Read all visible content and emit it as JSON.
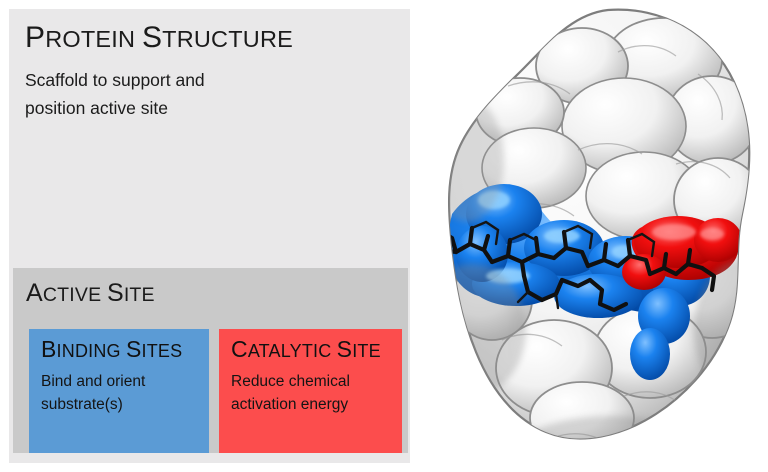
{
  "figure": {
    "background_color": "#ffffff"
  },
  "panels": {
    "protein_structure": {
      "title_parts": {
        "cap1": "P",
        "rest1": "ROTEIN",
        "space": " ",
        "cap2": "S",
        "rest2": "TRUCTURE"
      },
      "title_plain": "PROTEIN STRUCTURE",
      "body_line1": "Scaffold to support and",
      "body_line2": "position active site",
      "background_color": "#e9e8e9"
    },
    "active_site": {
      "title_parts": {
        "cap1": "A",
        "rest1": "CTIVE",
        "space": " ",
        "cap2": "S",
        "rest2": "ITE"
      },
      "title_plain": "ACTIVE SITE",
      "background_color": "#c9c9c9",
      "binding_sites": {
        "title_parts": {
          "cap1": "B",
          "rest1": "INDING",
          "space": " ",
          "cap2": "S",
          "rest2": "ITES"
        },
        "title_plain": "BINDING SITES",
        "body_line1": "Bind and orient",
        "body_line2": "substrate(s)",
        "background_color": "#5b9bd5"
      },
      "catalytic_site": {
        "title_parts": {
          "cap1": "C",
          "rest1": "ATALYTIC",
          "space": " ",
          "cap2": "S",
          "rest2": "ITE"
        },
        "title_plain": "CATALYTIC SITE",
        "body_line1": "Reduce chemical",
        "body_line2": "activation energy",
        "background_color": "#fc4d4d"
      }
    }
  },
  "protein_render": {
    "description": "Space-filling molecular surface of a protein viewed with a bound ligand shown as black sticks in a surface groove",
    "surface_color": "#f2f2f2",
    "surface_shadow_color": "#9a9a9a",
    "binding_patch_color": "#0a6fe0",
    "catalytic_patch_color": "#ee0000",
    "ligand_color": "#111111",
    "background_color": "#ffffff"
  }
}
